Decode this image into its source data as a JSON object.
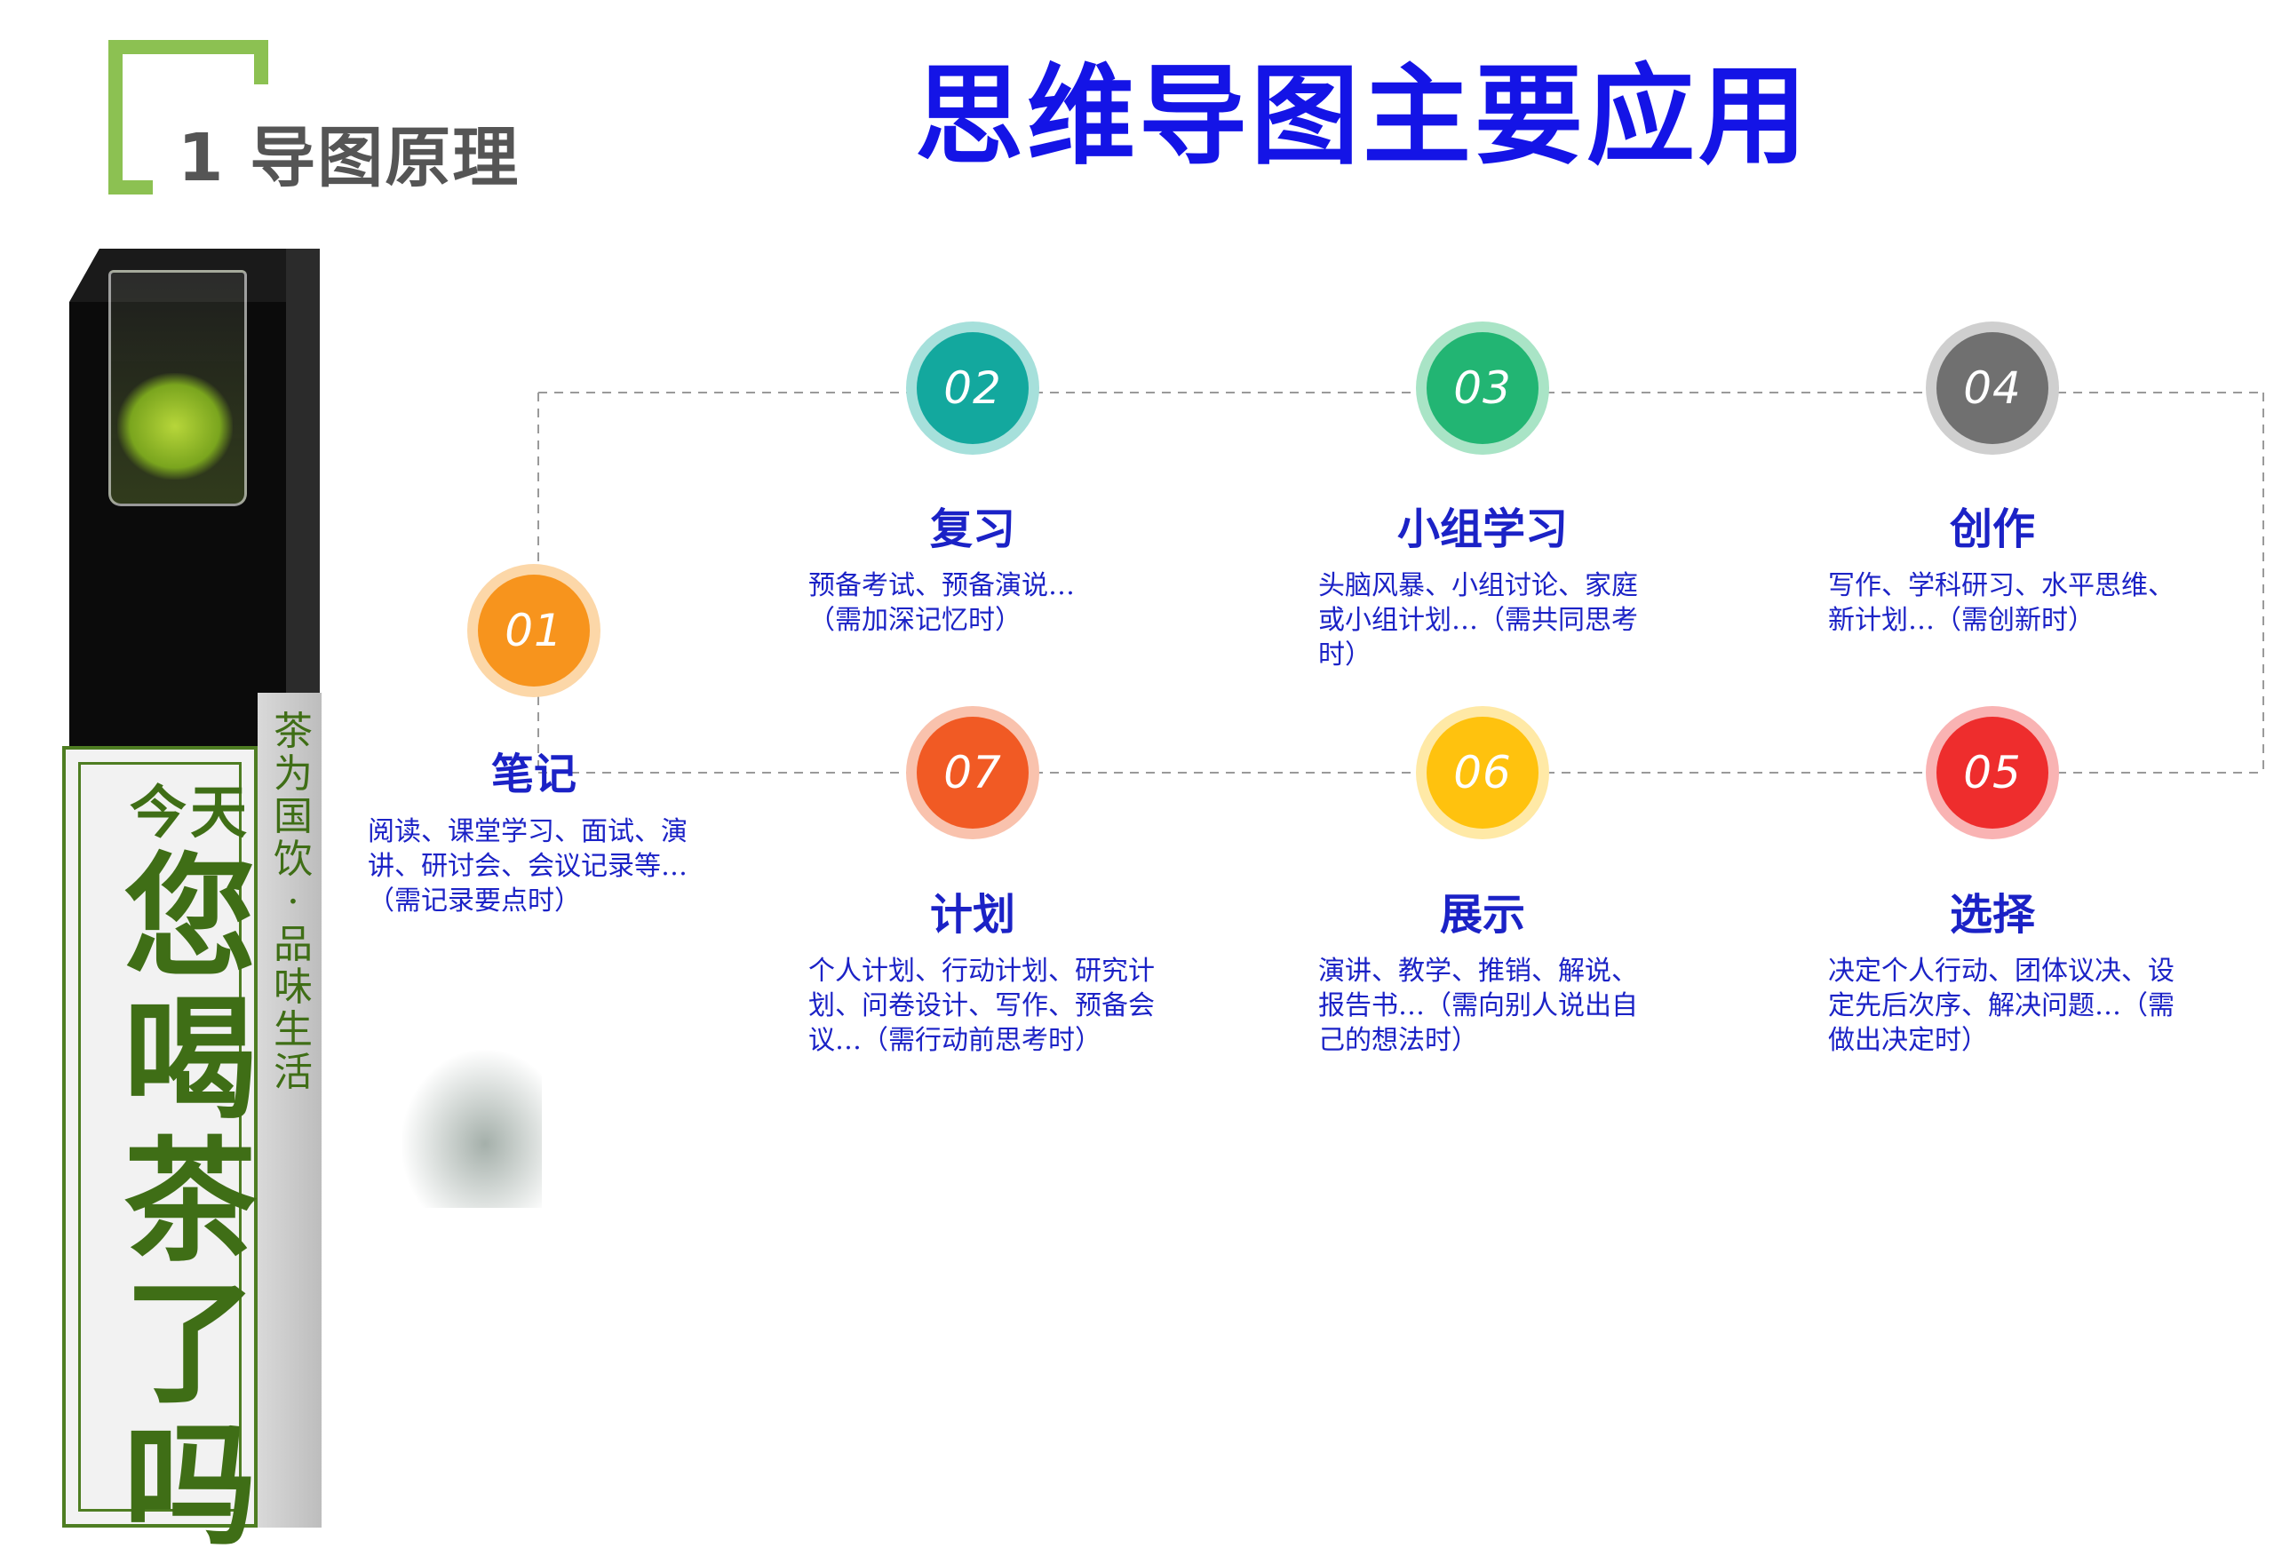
{
  "section": {
    "number": "1",
    "label": "导图原理"
  },
  "main_title": "思维导图主要应用",
  "poster": {
    "line1": "今天",
    "line2": [
      "您",
      "喝",
      "茶",
      "了",
      "吗"
    ],
    "side_text": "茶为国饮·品味生活"
  },
  "colors": {
    "title_blue": "#1414e6",
    "text_blue": "#1b22c6",
    "bracket_green": "#8cc152",
    "poster_green": "#3f6e16"
  },
  "items": [
    {
      "num": "01",
      "title": "笔记",
      "desc": "阅读、课堂学习、面试、演讲、研讨会、会议记录等… （需记录要点时）",
      "color": "#f7941d",
      "ring": "#fcd7a8"
    },
    {
      "num": "02",
      "title": "复习",
      "desc": "预备考试、预备演说…（需加深记忆时）",
      "color": "#13a89e",
      "ring": "#a6e0db"
    },
    {
      "num": "03",
      "title": "小组学习",
      "desc": "头脑风暴、小组讨论、家庭或小组计划…（需共同思考时）",
      "color": "#22b573",
      "ring": "#a9e4c6"
    },
    {
      "num": "04",
      "title": "创作",
      "desc": "写作、学科研习、水平思维、新计划…（需创新时）",
      "color": "#707070",
      "ring": "#cfcfcf"
    },
    {
      "num": "05",
      "title": "选择",
      "desc": "决定个人行动、团体议决、设定先后次序、解决问题…（需做出决定时）",
      "color": "#ee2d2d",
      "ring": "#f9b3b3"
    },
    {
      "num": "06",
      "title": "展示",
      "desc": "演讲、教学、推销、解说、报告书…（需向别人说出自己的想法时）",
      "color": "#ffc20e",
      "ring": "#ffe9a6"
    },
    {
      "num": "07",
      "title": "计划",
      "desc": "个人计划、行动计划、研究计划、问卷设计、写作、预备会议…（需行动前思考时）",
      "color": "#f15a24",
      "ring": "#f9c2ad"
    }
  ]
}
